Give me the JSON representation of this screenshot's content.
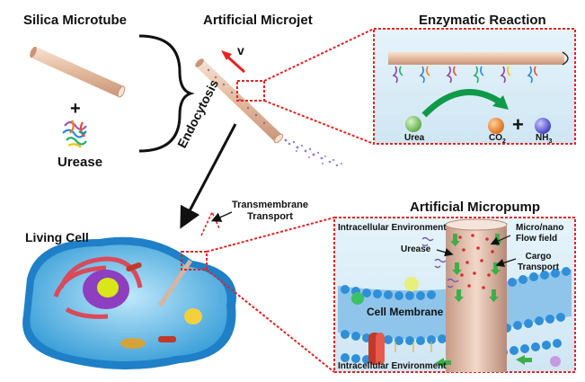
{
  "top": {
    "silica_title": "Silica Microtube",
    "plus": "+",
    "urease_label": "Urease",
    "microjet_title": "Artificial Microjet",
    "velocity_label": "v",
    "endocytosis_label": "Endocytosis"
  },
  "enzymatic": {
    "title": "Enzymatic Reaction",
    "urea": "Urea",
    "co2": "CO",
    "co2_sub": "2",
    "plus": "+",
    "nh3": "NH",
    "nh3_sub": "3"
  },
  "bottom_left": {
    "transmembrane_line1": "Transmembrane",
    "transmembrane_line2": "Transport",
    "living_cell": "Living Cell"
  },
  "micropump": {
    "title": "Artificial Micropump",
    "env_top": "Intracellular Environment",
    "flow_line1": "Micro/nano",
    "flow_line2": "Flow field",
    "urease": "Urease",
    "cargo_line1": "Cargo",
    "cargo_line2": "Transport",
    "cell_membrane": "Cell Membrane",
    "env_bottom": "Intracellular Environment"
  },
  "colors": {
    "dashed_red": "#e32424",
    "tube": "#e8c8b0",
    "arrow_green": "#0f9a4a",
    "cell_blue": "#3aa6e0",
    "membrane_blue": "#2f8fd8"
  }
}
